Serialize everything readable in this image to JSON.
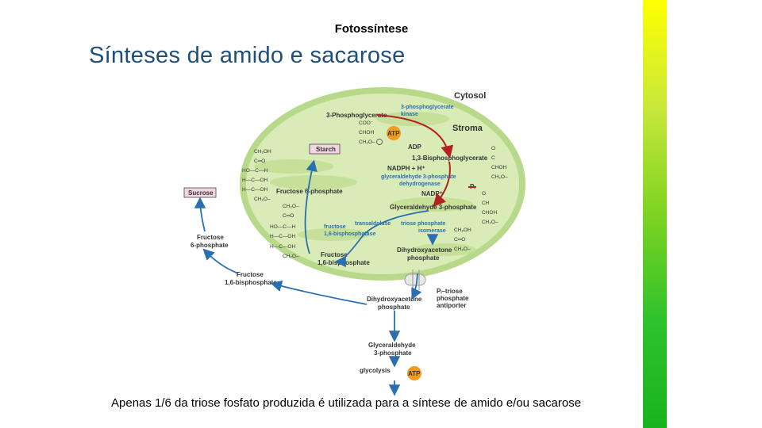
{
  "slide": {
    "topic": "Fotossíntese",
    "title": "Sínteses de amido e sacarose",
    "caption": "Apenas 1/6 da triose fosfato produzida é utilizada para a síntese de amido e/ou sacarose"
  },
  "diagram": {
    "cytosol": "Cytosol",
    "stroma": "Stroma",
    "starch": "Starch",
    "sucrose": "Sucrose",
    "pga": "3-Phosphoglycerate",
    "pga_kinase": "3-phosphoglycerate",
    "pga_kinase2": "kinase",
    "atp": "ATP",
    "adp": "ADP",
    "bpg": "1,3-Bisphosphoglycerate",
    "nadph": "NADPH + H⁺",
    "gapdh1": "glyceraldehyde 3-phosphate",
    "gapdh2": "dehydrogenase",
    "nadp": "NADP⁺",
    "pi": "Pᵢ",
    "f6p_stroma": "Fructose 6-phosphate",
    "g3p_stroma": "Glyceraldehyde 3-phosphate",
    "fbpase1": "fructose",
    "fbpase2": "1,6-bisphosphatase",
    "transaldolase": "transaldolase",
    "tpi1": "triose phosphate",
    "tpi2": "isomerase",
    "dhap_stroma1": "Dihydroxyacetone",
    "dhap_stroma2": "phosphate",
    "fbp_stroma1": "Fructose",
    "fbp_stroma2": "1,6-bisphosphate",
    "f6p_cyt1": "Fructose",
    "f6p_cyt2": "6-phosphate",
    "fbp_cyt1": "Fructose",
    "fbp_cyt2": "1,6-bisphosphate",
    "antiporter1": "Pᵢ–triose",
    "antiporter2": "phosphate",
    "antiporter3": "antiporter",
    "dhap_cyt1": "Dihydroxyacetone",
    "dhap_cyt2": "phosphate",
    "g3p_cyt1": "Glyceraldehyde",
    "g3p_cyt2": "3-phosphate",
    "glycolysis": "glycolysis",
    "atp_cyt": "ATP",
    "chem": {
      "coo": "COO⁻",
      "choh": "CHOH",
      "ch2o": "CH₂O–",
      "p": "P",
      "ch2oh": "CH₂OH",
      "co": "C═O",
      "ho_c_h": "HO—C—H",
      "h_c_oh": "H—C—OH",
      "c_o": "C",
      "ch": "CH",
      "o": "O"
    }
  }
}
